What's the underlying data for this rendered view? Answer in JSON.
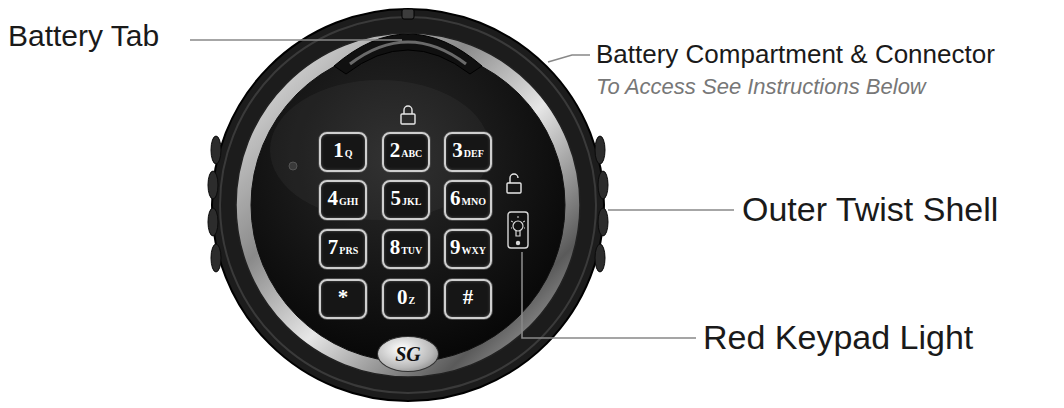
{
  "diagram": {
    "nodes": [
      {
        "text": [
          "1",
          "Q"
        ]
      },
      {
        "text": [
          "2",
          "ABC"
        ]
      },
      {
        "text": [
          "3",
          "DEF"
        ]
      },
      {
        "text": [
          "4",
          "GHI"
        ]
      },
      {
        "text": [
          "5",
          "JKL"
        ]
      },
      {
        "text": [
          "6",
          "MNO"
        ]
      },
      {
        "text": [
          "7",
          "PRS"
        ]
      },
      {
        "text": [
          "8",
          "TUV"
        ]
      },
      {
        "text": [
          "9",
          "WXY"
        ]
      },
      {
        "text": [
          "*"
        ]
      },
      {
        "text": [
          "0",
          "Z"
        ]
      },
      {
        "text": [
          "#"
        ]
      },
      {
        "text": [
          "SG"
        ]
      }
    ],
    "labels": [
      "Battery Tab",
      "Battery Compartment & Connector",
      "To Access See Instructions Below",
      "Outer Twist Shell",
      "Red Keypad Light"
    ]
  }
}
